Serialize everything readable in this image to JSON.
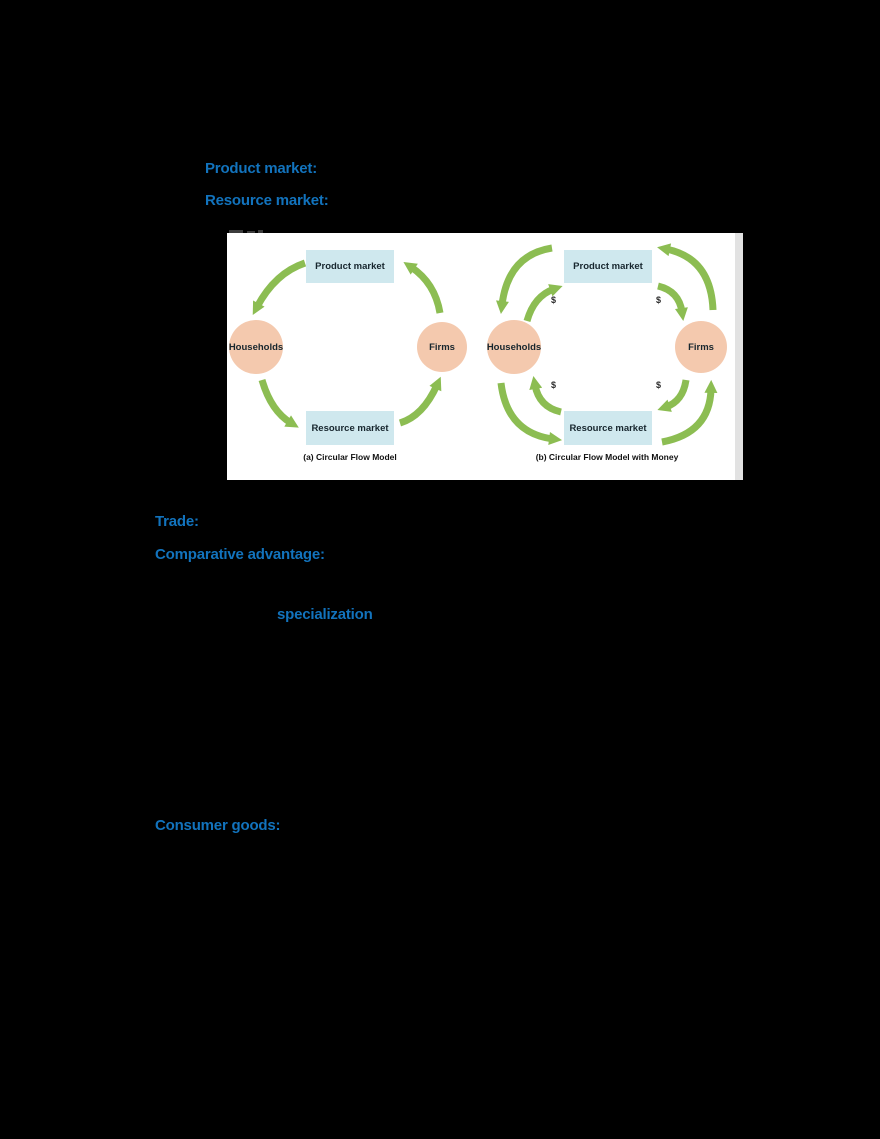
{
  "page": {
    "background_color": "#000000",
    "accent_blue": "#1273bd"
  },
  "glossary": {
    "product_market_term": "Product market:",
    "resource_market_term": "Resource market:",
    "trade_term": "Trade:",
    "comparative_advantage_term": "Comparative advantage:",
    "specialization_term": "specialization",
    "consumer_goods_term": "Consumer goods:"
  },
  "figure": {
    "background": "#ffffff",
    "arrow_color": "#8cbd52",
    "box_fill": "#cfe8ee",
    "circle_fill": "#f4c9ae",
    "diagram_a": {
      "caption": "(a) Circular Flow Model",
      "product_market": "Product market",
      "resource_market": "Resource market",
      "households": "Households",
      "firms": "Firms",
      "flow_direction": [
        "Product market → Households",
        "Households → Resource market",
        "Resource market → Firms",
        "Firms → Product market"
      ]
    },
    "diagram_b": {
      "caption": "(b) Circular Flow Model with Money",
      "product_market": "Product market",
      "resource_market": "Resource market",
      "households": "Households",
      "firms": "Firms",
      "dollar": "$",
      "goods_flows": [
        "Product market → Households",
        "Households → Resource market",
        "Resource market → Firms",
        "Firms → Product market"
      ],
      "money_flows": [
        "Households → Product market ($)",
        "Product market → Firms ($)",
        "Firms → Resource market ($)",
        "Resource market → Households ($)"
      ]
    }
  }
}
